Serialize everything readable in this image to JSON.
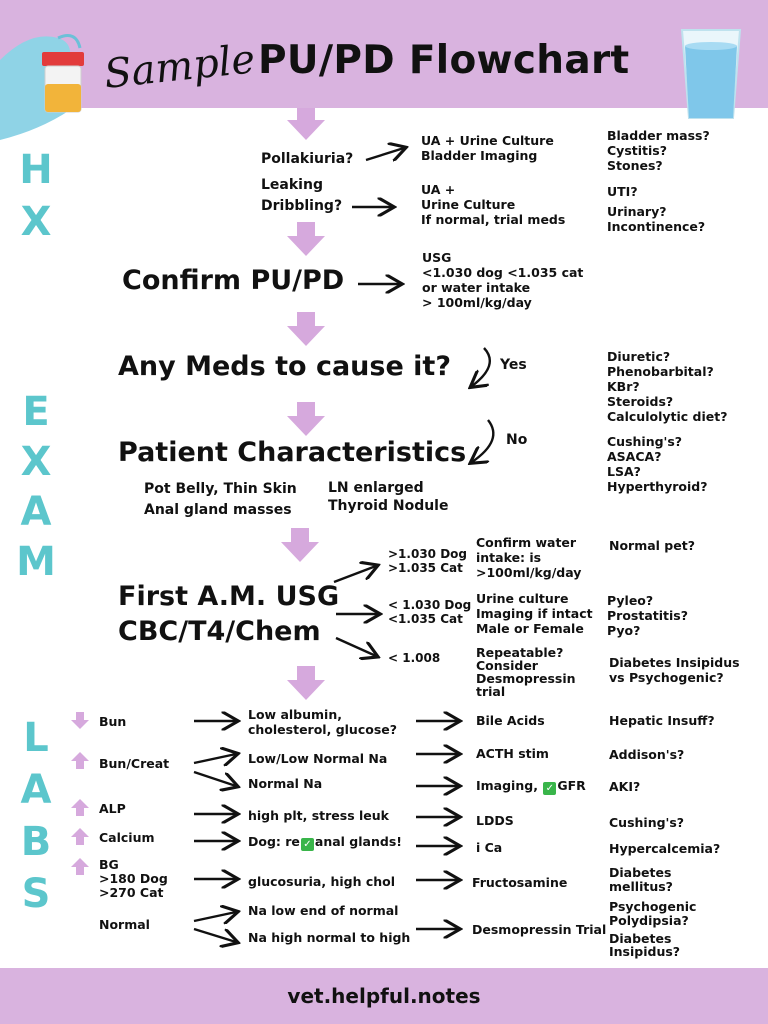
{
  "header": {
    "script_word": "Sample",
    "title": "PU/PD Flowchart"
  },
  "footer": {
    "text": "vet.helpful.notes"
  },
  "sections": {
    "hx": "HX",
    "exam": "EXAM",
    "labs": "LABS"
  },
  "hx": {
    "pollakiuria": "Pollakiuria?",
    "leaking": "Leaking",
    "dribbling": "Dribbling?",
    "poll_tests": [
      "UA + Urine Culture",
      "Bladder Imaging"
    ],
    "leak_tests": [
      "UA +",
      "Urine Culture",
      "If normal, trial meds"
    ],
    "poll_dx": [
      "Bladder mass?",
      "Cystitis?",
      "Stones?"
    ],
    "leak_dx": [
      "UTI?",
      "Urinary?",
      "Incontinence?"
    ]
  },
  "confirm": {
    "title": "Confirm PU/PD",
    "criteria": [
      "USG",
      "<1.030 dog <1.035 cat",
      "or water intake",
      "> 100ml/kg/day"
    ]
  },
  "meds": {
    "title": "Any Meds to cause it?",
    "yes": "Yes",
    "list": [
      "Diuretic?",
      "Phenobarbital?",
      "KBr?",
      "Steroids?",
      "Calculolytic diet?"
    ]
  },
  "patient": {
    "title": "Patient Characteristics",
    "no": "No",
    "signs_left": [
      "Pot Belly, Thin Skin",
      "Anal gland masses"
    ],
    "signs_right": [
      "LN enlarged",
      "Thyroid Nodule"
    ],
    "dx": [
      "Cushing's?",
      "ASACA?",
      "LSA?",
      "Hyperthyroid?"
    ]
  },
  "usg": {
    "title1": "First A.M. USG",
    "title2": "CBC/T4/Chem",
    "rows": [
      {
        "range": [
          ">1.030 Dog",
          ">1.035 Cat"
        ],
        "action": [
          "Confirm water",
          "intake: is",
          ">100ml/kg/day"
        ],
        "dx": [
          "Normal pet?"
        ]
      },
      {
        "range": [
          "< 1.030 Dog",
          "<1.035 Cat"
        ],
        "action": [
          "Urine culture",
          "Imaging if intact",
          "Male or Female"
        ],
        "dx": [
          "Pyleo?",
          "Prostatitis?",
          "Pyo?"
        ]
      },
      {
        "range": [
          "< 1.008"
        ],
        "action": [
          "Repeatable?",
          "Consider",
          "Desmopressin",
          "trial"
        ],
        "dx": [
          "Diabetes Insipidus",
          "vs Psychogenic?"
        ]
      }
    ]
  },
  "labs": {
    "bun": "Bun",
    "bun_creat": "Bun/Creat",
    "alp": "ALP",
    "calcium": "Calcium",
    "bg": [
      "BG",
      ">180 Dog",
      ">270 Cat"
    ],
    "normal": "Normal",
    "findings": {
      "low_alb": [
        "Low albumin,",
        "cholesterol, glucose?"
      ],
      "low_na": "Low/Low Normal Na",
      "normal_na": "Normal Na",
      "high_plt": "high plt, stress leuk",
      "dog_pre": "Dog: re",
      "dog_post": "anal glands!",
      "glucosuria": "glucosuria, high chol",
      "na_low": "Na low end of normal",
      "na_high": "Na high normal to high"
    },
    "tests": {
      "bile": "Bile Acids",
      "acth": "ACTH stim",
      "imaging": "Imaging,",
      "gfr": "GFR",
      "ldds": "LDDS",
      "ica": "i Ca",
      "fructo": "Fructosamine",
      "desmo": "Desmopressin Trial"
    },
    "dx": {
      "hepatic": "Hepatic Insuff?",
      "addison": "Addison's?",
      "aki": "AKI?",
      "cushings": "Cushing's?",
      "hypercal": "Hypercalcemia?",
      "dm": [
        "Diabetes",
        "mellitus?"
      ],
      "pp": [
        "Psychogenic",
        "Polydipsia?"
      ],
      "di": [
        "Diabetes",
        "Insipidus?"
      ]
    }
  },
  "colors": {
    "header_bg": "#d9b3df",
    "accent_teal": "#5cc6cc",
    "arrow_purple": "#d6a9dd",
    "check_green": "#39b54a"
  },
  "icons": [
    "urine-cup-icon",
    "gloved-hand-icon",
    "water-glass-icon",
    "down-arrow-icon",
    "up-arrow-icon",
    "check-icon"
  ]
}
